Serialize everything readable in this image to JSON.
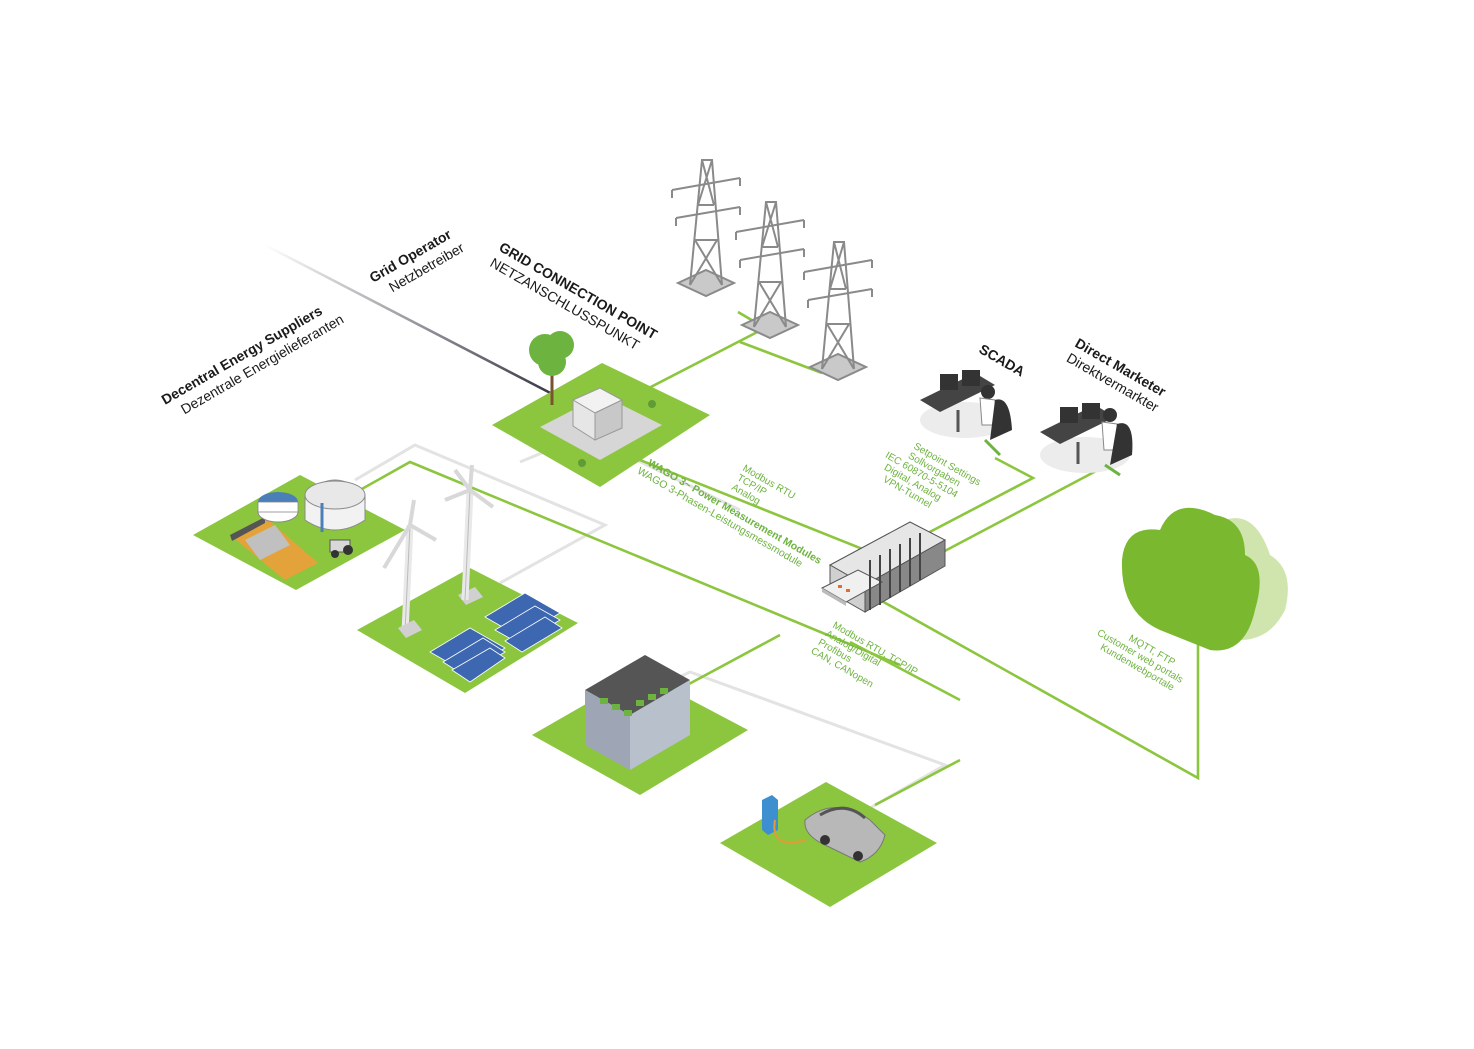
{
  "labels": {
    "decentral_en": "Decentral Energy Suppliers",
    "decentral_de": "Dezentrale Energielieferanten",
    "grid_operator_en": "Grid Operator",
    "grid_operator_de": "Netzbetreiber",
    "connection_en": "GRID CONNECTION POINT",
    "connection_de": "NETZANSCHLUSSPUNKT",
    "scada": "SCADA",
    "marketer_en": "Direct Marketer",
    "marketer_de": "Direktvermarkter"
  },
  "protocols": {
    "grid_link": [
      "Modbus RTU",
      "TCP/IP",
      "Analog"
    ],
    "module_en": "WAGO 3~ Power Measurement Modules",
    "module_de": "WAGO 3-Phasen-Leistungsmessmodule",
    "scada_link": [
      "Setpoint Settings",
      "Sollvorgaben",
      "IEC 60870-5-5104",
      "Digital, Analog",
      "VPN-Tunnel"
    ],
    "field_link": [
      "Modbus RTU, TCP/IP",
      "Analog/Digital",
      "Profibus",
      "CAN, CANopen"
    ],
    "cloud_link": [
      "MQTT, FTP",
      "Customer web portals",
      "Kundenwebportale"
    ]
  },
  "colors": {
    "green": "#8cc63f",
    "green_dark": "#6db33f",
    "cloud": "#7ab82f",
    "cloud_back": "#cfe5ad",
    "line_grey": "#e2e2e2",
    "tile_grey": "#d9d9d9"
  }
}
